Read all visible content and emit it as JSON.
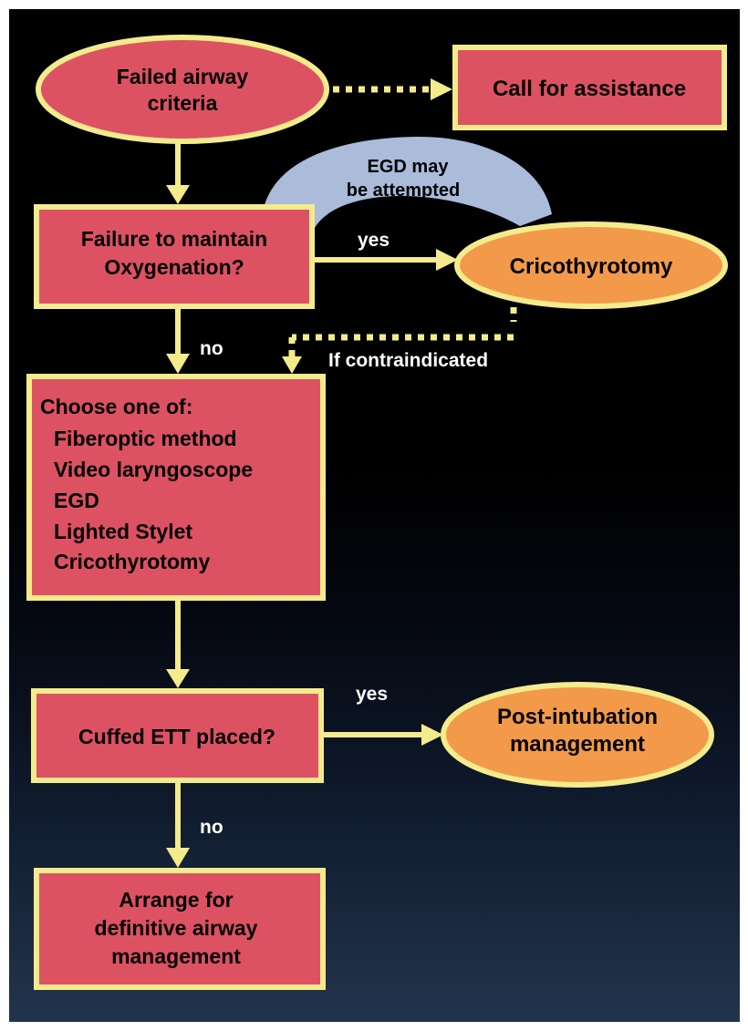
{
  "colors": {
    "box_fill": "#dd5263",
    "box_border": "#f4eb8c",
    "terminal_fill": "#f39a4a",
    "connector": "#f4eb8c",
    "arc_fill": "#aabcd9",
    "background": "#000000",
    "edge_label": "#ffffff"
  },
  "nodes": {
    "failed_airway": {
      "lines": [
        "Failed airway",
        "criteria"
      ],
      "shape": "ellipse"
    },
    "call_assistance": {
      "lines": [
        "Call for assistance"
      ],
      "shape": "rectangle"
    },
    "failure_oxygenation": {
      "lines": [
        "Failure to maintain",
        "Oxygenation?"
      ],
      "shape": "rectangle"
    },
    "cricothyrotomy": {
      "lines": [
        "Cricothyrotomy"
      ],
      "shape": "ellipse"
    },
    "choose_one": {
      "heading": "Choose one of:",
      "options": [
        "Fiberoptic method",
        "Video laryngoscope",
        "EGD",
        "Lighted Stylet",
        "Cricothyrotomy"
      ],
      "shape": "rectangle"
    },
    "cuffed_ett": {
      "lines": [
        "Cuffed ETT placed?"
      ],
      "shape": "rectangle"
    },
    "post_intubation": {
      "lines": [
        "Post-intubation",
        "management"
      ],
      "shape": "ellipse"
    },
    "arrange_definitive": {
      "lines": [
        "Arrange for",
        "definitive airway",
        "management"
      ],
      "shape": "rectangle"
    }
  },
  "arc_label": {
    "lines": [
      "EGD may",
      "be attempted"
    ]
  },
  "edges": {
    "oxygenation_yes": "yes",
    "oxygenation_no": "no",
    "contraindicated": "If contraindicated",
    "ett_yes": "yes",
    "ett_no": "no"
  }
}
